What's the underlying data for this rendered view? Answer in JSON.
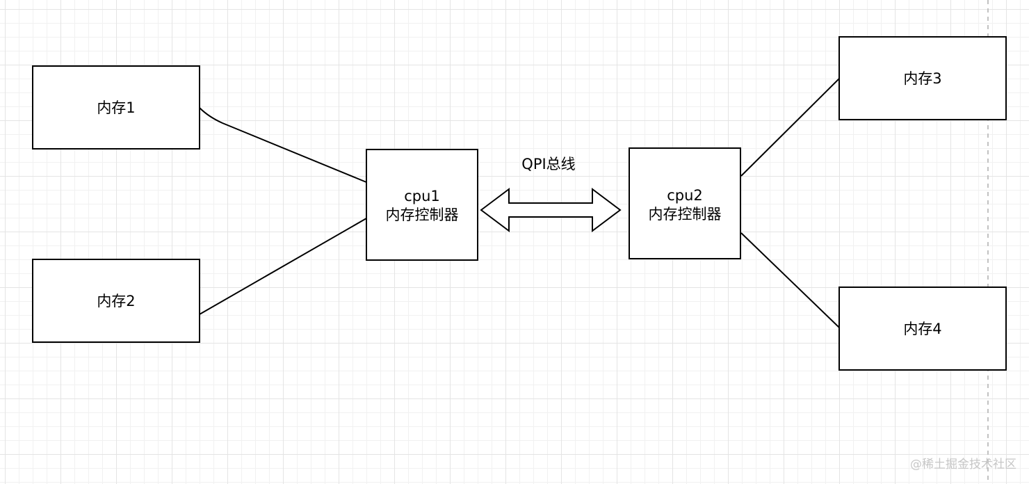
{
  "nodes": {
    "mem1": {
      "label": "内存1"
    },
    "mem2": {
      "label": "内存2"
    },
    "mem3": {
      "label": "内存3"
    },
    "mem4": {
      "label": "内存4"
    },
    "cpu1": {
      "line1": "cpu1",
      "line2": "内存控制器"
    },
    "cpu2": {
      "line1": "cpu2",
      "line2": "内存控制器"
    }
  },
  "bus": {
    "label": "QPI总线"
  },
  "watermark": "@稀土掘金技术社区",
  "colors": {
    "stroke": "#000000",
    "fill": "#ffffff",
    "grid_major": "#e4e4e4",
    "grid_minor": "#f1f1f1",
    "page_edge": "#c2c2c2",
    "watermark": "#c6c6c6"
  }
}
